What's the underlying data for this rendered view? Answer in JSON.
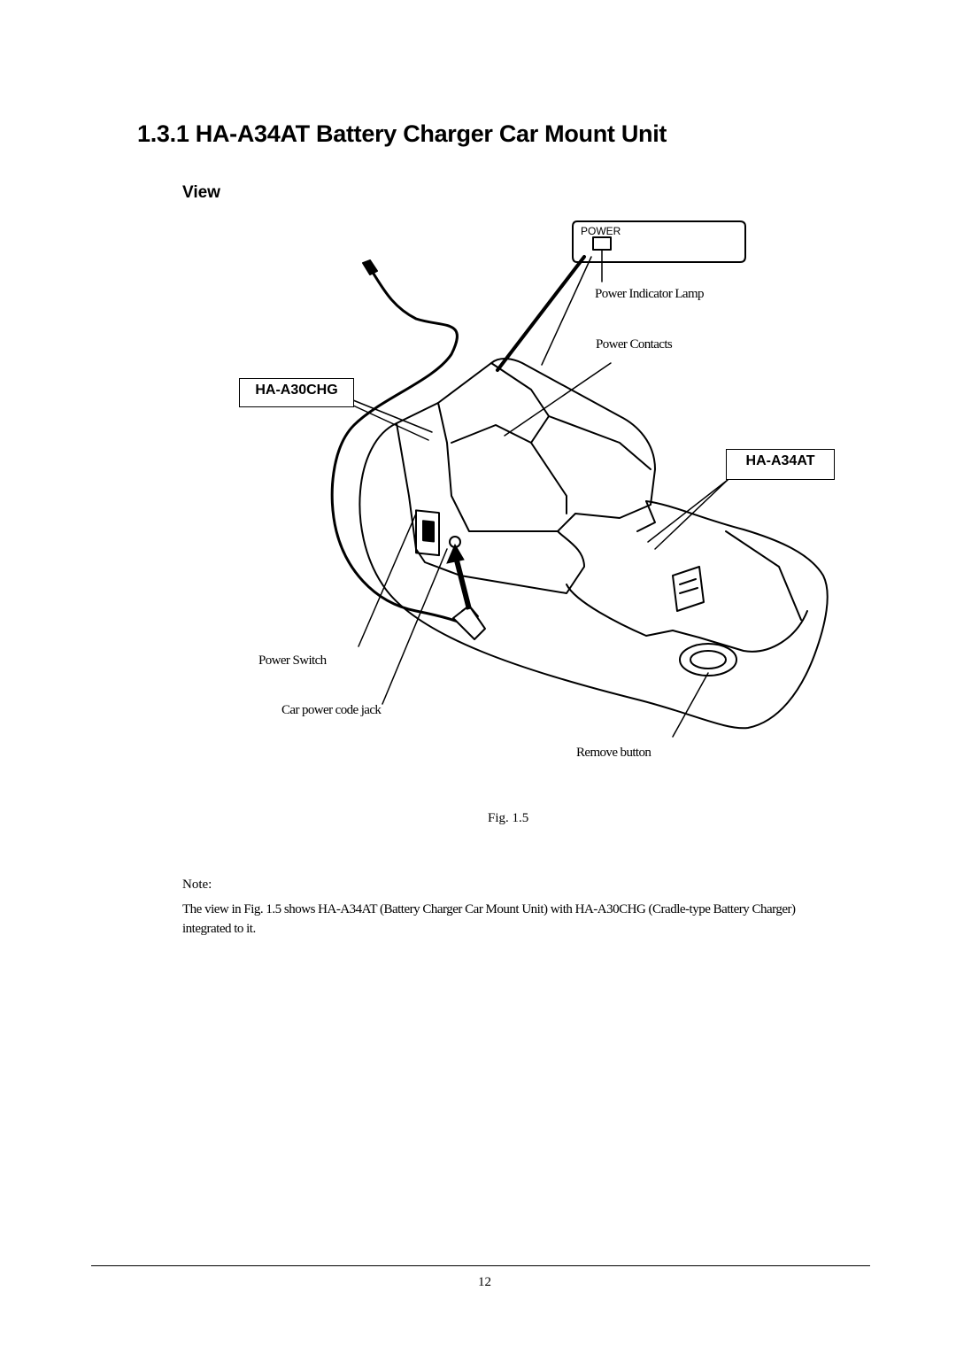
{
  "section": {
    "heading": "1.3.1   HA-A34AT Battery Charger Car Mount Unit",
    "subheading": "View"
  },
  "figure": {
    "power_panel_label": "POWER",
    "callouts": {
      "power_indicator_lamp": "Power Indicator Lamp",
      "power_contacts": "Power Contacts",
      "cradle_model": "HA-A30CHG",
      "mount_model": "HA-A34AT",
      "power_switch": "Power Switch",
      "car_power_jack": "Car power code jack",
      "remove_button": "Remove button"
    },
    "caption": "Fig. 1.5"
  },
  "note": {
    "label": "Note:",
    "text": "The view in Fig. 1.5 shows HA-A34AT (Battery Charger Car Mount Unit) with HA-A30CHG (Cradle-type Battery Charger) integrated to it."
  },
  "footer": {
    "page_number": "12"
  }
}
